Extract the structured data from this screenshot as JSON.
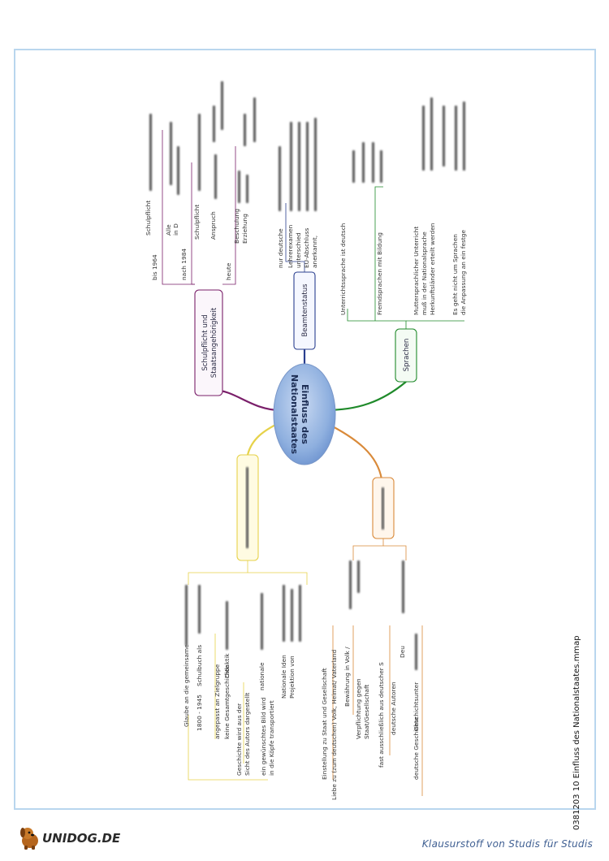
{
  "center": "Einfluss des Nationalstaates",
  "branches": {
    "schulpflicht": {
      "label": "Schulpflicht und Staatsangehörigkeit",
      "sub": [
        "bis 1964",
        "nach 1984",
        "heute"
      ],
      "leaves": [
        "Schulpflicht",
        "Alle",
        "in D",
        "Schulpflicht",
        "Anspruch",
        "Beschulung",
        "Erziehung"
      ]
    },
    "beamten": {
      "label": "Beamtenstatus",
      "leaves": [
        "nur deutsche",
        "Lehrerexamen",
        "unterschied",
        "EU-Abschluss",
        "anerkannt,"
      ]
    },
    "sprachen": {
      "label": "Sprachen",
      "leaves": [
        "Unterrichtssprache ist deutsch",
        "Fremdsprachen mit Bildung",
        "Muttersprachlicher Unterricht",
        "muß in der Nationalsprache",
        "Herkunftsländer erteilt werden",
        "Es geht nicht um Sprachen",
        "die Anpassung an ein festge"
      ]
    },
    "geschichte": {
      "leaves": [
        "Glaube an die gemeinsame",
        "1800 - 1945",
        "Schulbuch als",
        "Didaktik",
        "angepasst an Zielgruppe",
        "keine Gesamtgeschichte",
        "nationale",
        "Geschichte wird aus der",
        "Sicht des Autors dargestellt",
        "ein gewünschtes Bild wird",
        "in die Köpfe transportiert",
        "Nationale Iden",
        "Projektion von"
      ]
    },
    "werte": {
      "leaves": [
        "Einstellung zu Staat und Gesellschaft",
        "Liebe zu (zum deutschen) Volk, Heimat/ Vaterland",
        "Bewährung in Volk /",
        "Verpflichtung gegen",
        "Staat/Gesellschaft",
        "fast ausschließlich aus deutscher S",
        "deutsche Autoren",
        "Deu",
        "deutsche Geschichte",
        "Geschichtsunter"
      ]
    }
  },
  "footer": {
    "filename": "0381203 10 Einfluss des Nationalstaates.mmap",
    "tagline": "Klausurstoff von Studis für Studis",
    "logo": "UNIDOG.DE"
  },
  "colors": {
    "purple": "#7a1f6a",
    "green": "#1f8a2a",
    "blue": "#2a3f8f",
    "yellow": "#e6d24a",
    "orange": "#d98a3a",
    "center_fill": "#8fb0df"
  }
}
